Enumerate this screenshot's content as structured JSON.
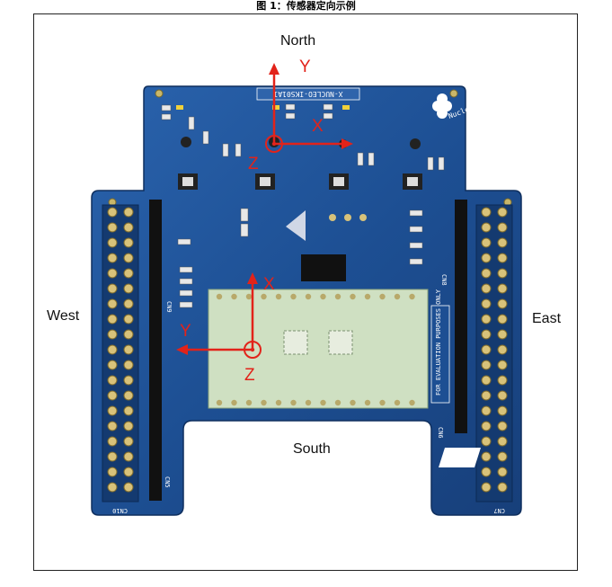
{
  "caption": "图 1：传感器定向示例",
  "directions": {
    "north": "North",
    "south": "South",
    "east": "East",
    "west": "West"
  },
  "board_title": "X-NUCLEO-IKS01A1",
  "board_logo": "Nucleo",
  "ev_notice": "FOR EVALUATION PURPOSES ONLY",
  "top_sensor_axes": {
    "x": "X",
    "y": "Y",
    "z": "Z"
  },
  "bottom_sensor_axes": {
    "x": "X",
    "y": "Y",
    "z": "Z"
  },
  "connector_labels": {
    "cn10": "CN10",
    "cn7": "CN7",
    "cn5": "CN5",
    "cn6": "CN6",
    "cn8": "CN8",
    "cn9": "CN9"
  },
  "colors": {
    "board": "#1d4f93",
    "axis": "#e2231a",
    "daughter": "#cfe0c2"
  }
}
